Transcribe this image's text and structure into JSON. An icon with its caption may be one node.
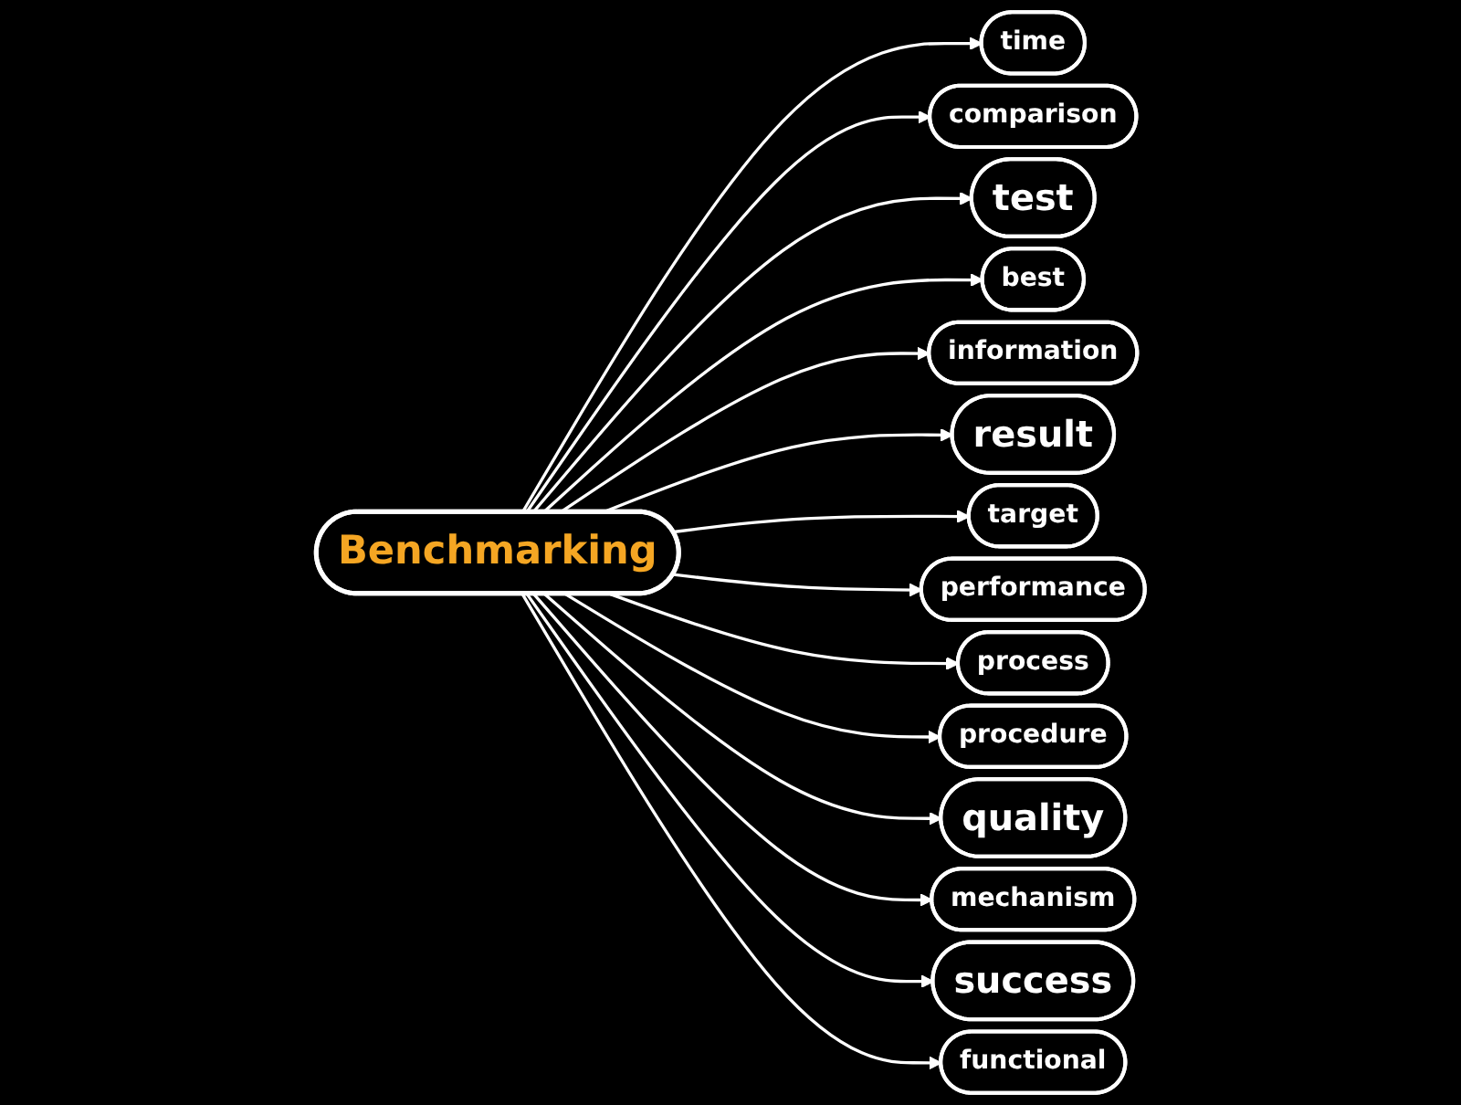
{
  "diagram": {
    "nodes": [
      {
        "text": [
          "Benchmarking"
        ]
      },
      {
        "text": [
          "time"
        ]
      },
      {
        "text": [
          "comparison"
        ]
      },
      {
        "text": [
          "test"
        ]
      },
      {
        "text": [
          "best"
        ]
      },
      {
        "text": [
          "information"
        ]
      },
      {
        "text": [
          "result"
        ]
      },
      {
        "text": [
          "target"
        ]
      },
      {
        "text": [
          "performance"
        ]
      },
      {
        "text": [
          "process"
        ]
      },
      {
        "text": [
          "procedure"
        ]
      },
      {
        "text": [
          "quality"
        ]
      },
      {
        "text": [
          "mechanism"
        ]
      },
      {
        "text": [
          "success"
        ]
      },
      {
        "text": [
          "functional"
        ]
      }
    ],
    "edges": [
      {
        "from": 0,
        "to": 1,
        "arrow": "to"
      },
      {
        "from": 0,
        "to": 2,
        "arrow": "to"
      },
      {
        "from": 0,
        "to": 3,
        "arrow": "to"
      },
      {
        "from": 0,
        "to": 4,
        "arrow": "to"
      },
      {
        "from": 0,
        "to": 5,
        "arrow": "to"
      },
      {
        "from": 0,
        "to": 6,
        "arrow": "to"
      },
      {
        "from": 0,
        "to": 7,
        "arrow": "to"
      },
      {
        "from": 0,
        "to": 8,
        "arrow": "to"
      },
      {
        "from": 0,
        "to": 9,
        "arrow": "to"
      },
      {
        "from": 0,
        "to": 10,
        "arrow": "to"
      },
      {
        "from": 0,
        "to": 11,
        "arrow": "to"
      },
      {
        "from": 0,
        "to": 12,
        "arrow": "to"
      },
      {
        "from": 0,
        "to": 13,
        "arrow": "to"
      },
      {
        "from": 0,
        "to": 14,
        "arrow": "to"
      }
    ]
  }
}
